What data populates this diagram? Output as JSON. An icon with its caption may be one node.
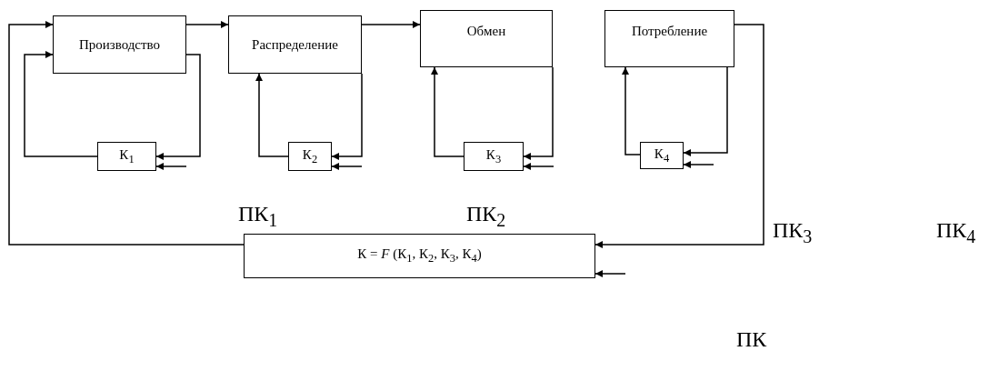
{
  "diagram": {
    "nodes": [
      {
        "text": [
          "Производство"
        ]
      },
      {
        "text": [
          "Распределение"
        ]
      },
      {
        "text": [
          "Обмен"
        ]
      },
      {
        "text": [
          "Потребление"
        ]
      },
      {
        "text": [
          "К$_{1}$"
        ]
      },
      {
        "text": [
          "К$_{2}$"
        ]
      },
      {
        "text": [
          "К$_{3}$"
        ]
      },
      {
        "text": [
          "К$_{4}$"
        ]
      },
      {
        "text": [
          "К = *F* (К$_{1}$, К$_{2}$, К$_{3}$, К$_{4}$)"
        ]
      }
    ],
    "edges": [
      {
        "from": 0,
        "to": 1,
        "arrow": "to"
      },
      {
        "from": 1,
        "to": 2,
        "arrow": "to"
      },
      {
        "from": 0,
        "to": 4,
        "arrow": "to"
      },
      {
        "from": 4,
        "to": 0,
        "arrow": "to"
      },
      {
        "from": null,
        "to": 4,
        "arrow": "to"
      },
      {
        "from": 1,
        "to": 5,
        "arrow": "to"
      },
      {
        "from": 5,
        "to": 1,
        "arrow": "to"
      },
      {
        "from": null,
        "to": 5,
        "arrow": "to"
      },
      {
        "from": 2,
        "to": 6,
        "arrow": "to"
      },
      {
        "from": 6,
        "to": 2,
        "arrow": "to"
      },
      {
        "from": null,
        "to": 6,
        "arrow": "to"
      },
      {
        "from": 3,
        "to": 7,
        "arrow": "to"
      },
      {
        "from": 7,
        "to": 3,
        "arrow": "to"
      },
      {
        "from": null,
        "to": 7,
        "arrow": "to"
      },
      {
        "from": 3,
        "to": 8,
        "arrow": "to"
      },
      {
        "from": 8,
        "to": 0,
        "arrow": "to"
      },
      {
        "from": null,
        "to": 8,
        "arrow": "to"
      }
    ],
    "labels": [
      "ПК$_{1}$",
      "ПК$_{2}$",
      "ПК$_{3}$",
      "ПК$_{4}$",
      "ПК"
    ]
  }
}
